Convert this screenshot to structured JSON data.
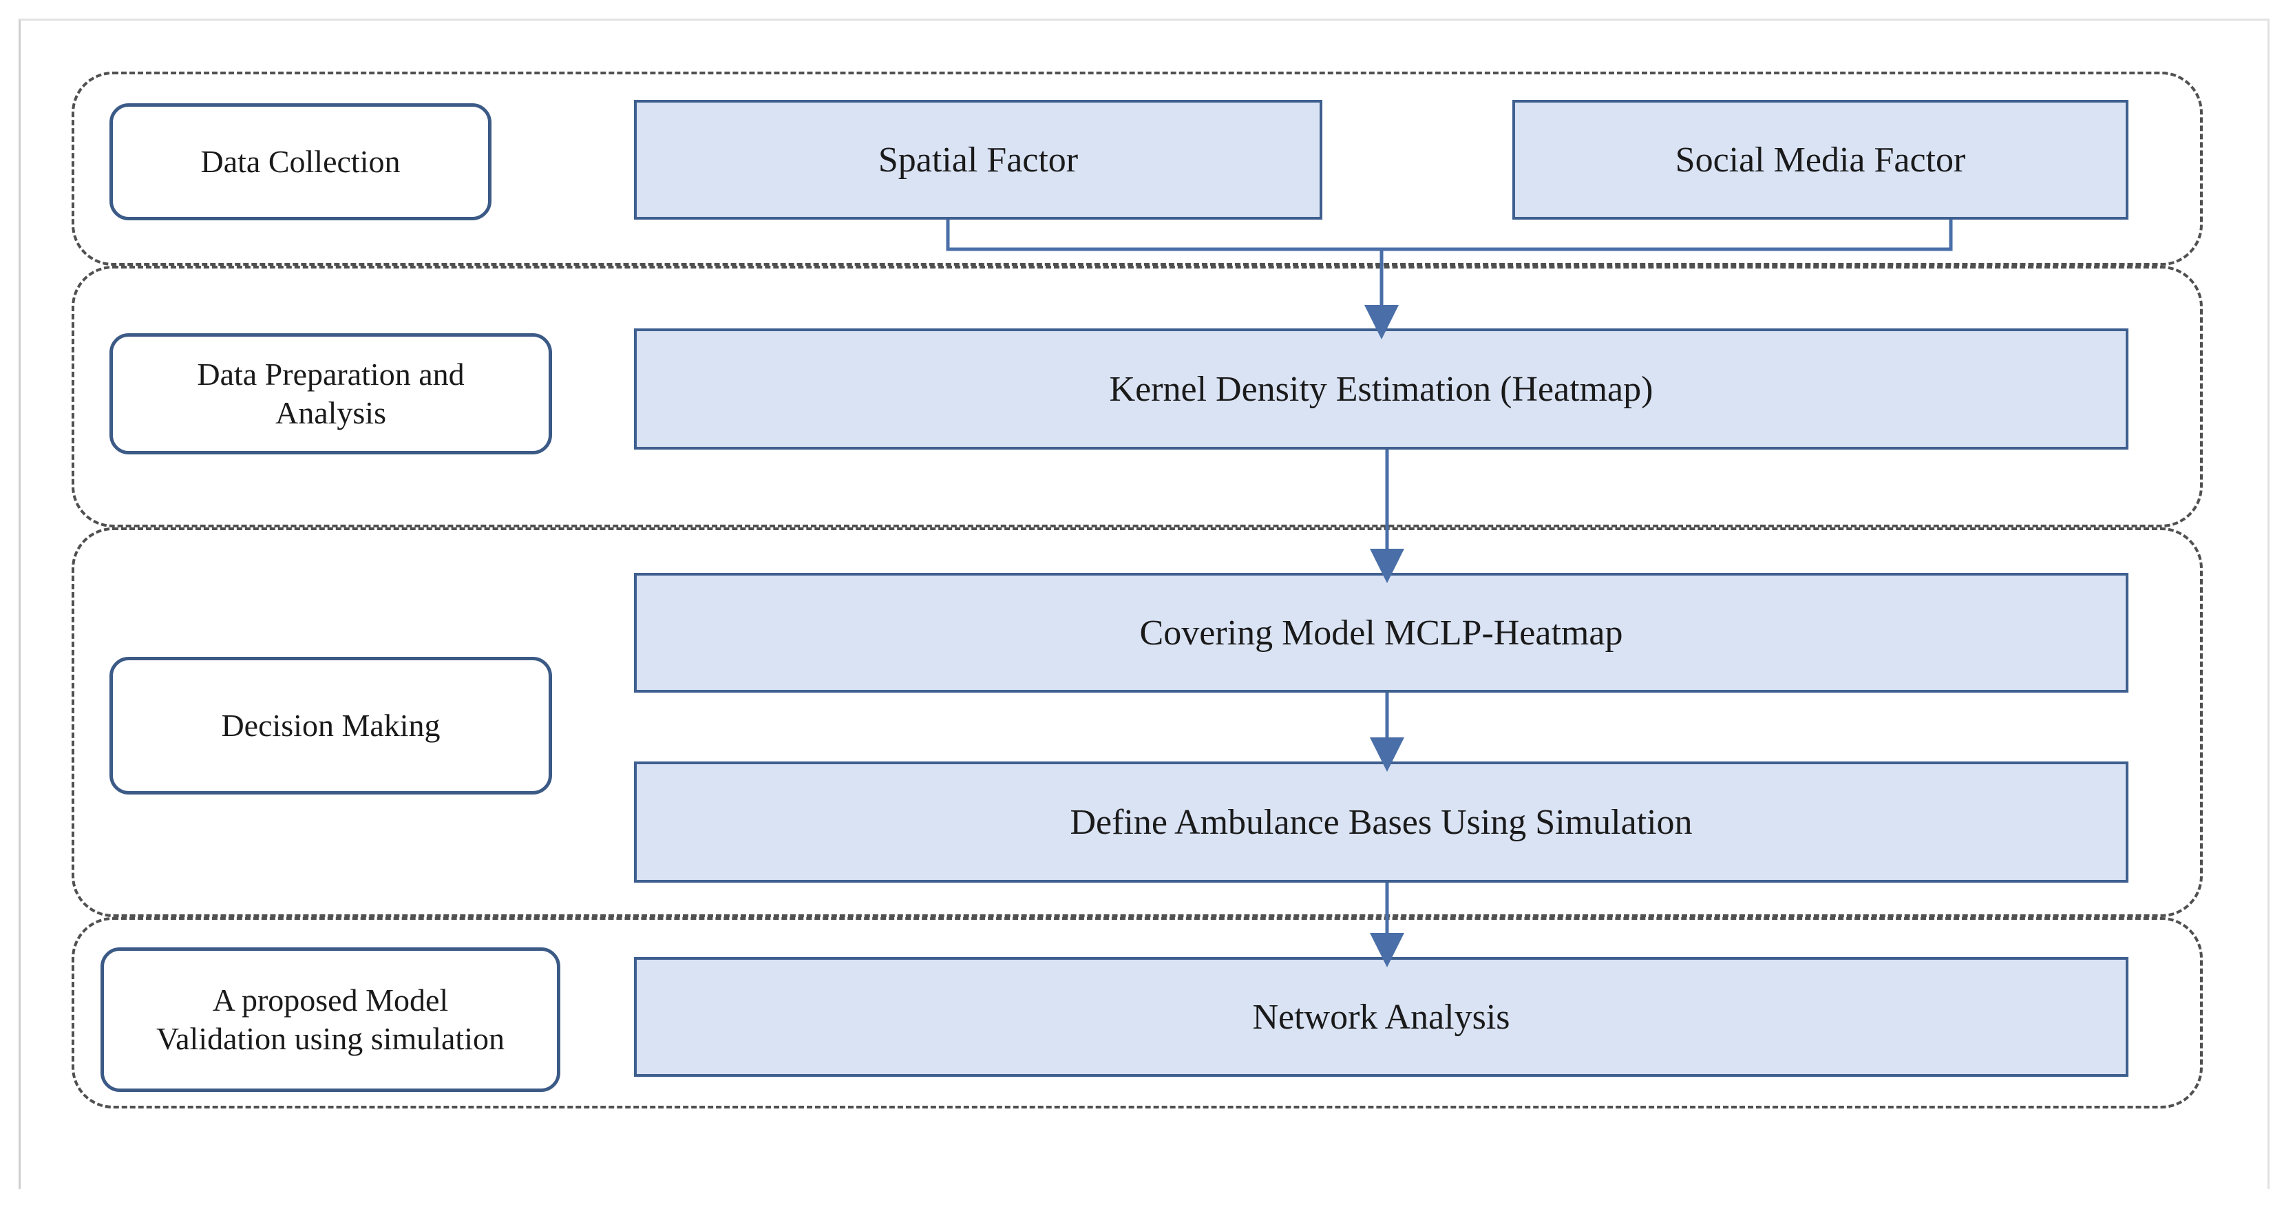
{
  "stages": [
    {
      "id": "data-collection",
      "label": "Data Collection"
    },
    {
      "id": "data-preparation",
      "label": "Data Preparation and\nAnalysis"
    },
    {
      "id": "decision-making",
      "label": "Decision Making"
    },
    {
      "id": "validation",
      "label": "A proposed Model\nValidation using simulation"
    }
  ],
  "steps": {
    "spatial_factor": "Spatial Factor",
    "social_media_factor": "Social Media Factor",
    "kde": "Kernel Density Estimation (Heatmap)",
    "covering_model": "Covering Model MCLP-Heatmap",
    "define_bases": "Define Ambulance Bases Using Simulation",
    "network_analysis": "Network Analysis"
  },
  "colors": {
    "box_fill": "#dae3f4",
    "box_border": "#3e5f8f",
    "label_border": "#3b5a86",
    "arrow": "#4a6fa8",
    "dashed_stage": "#505050"
  }
}
